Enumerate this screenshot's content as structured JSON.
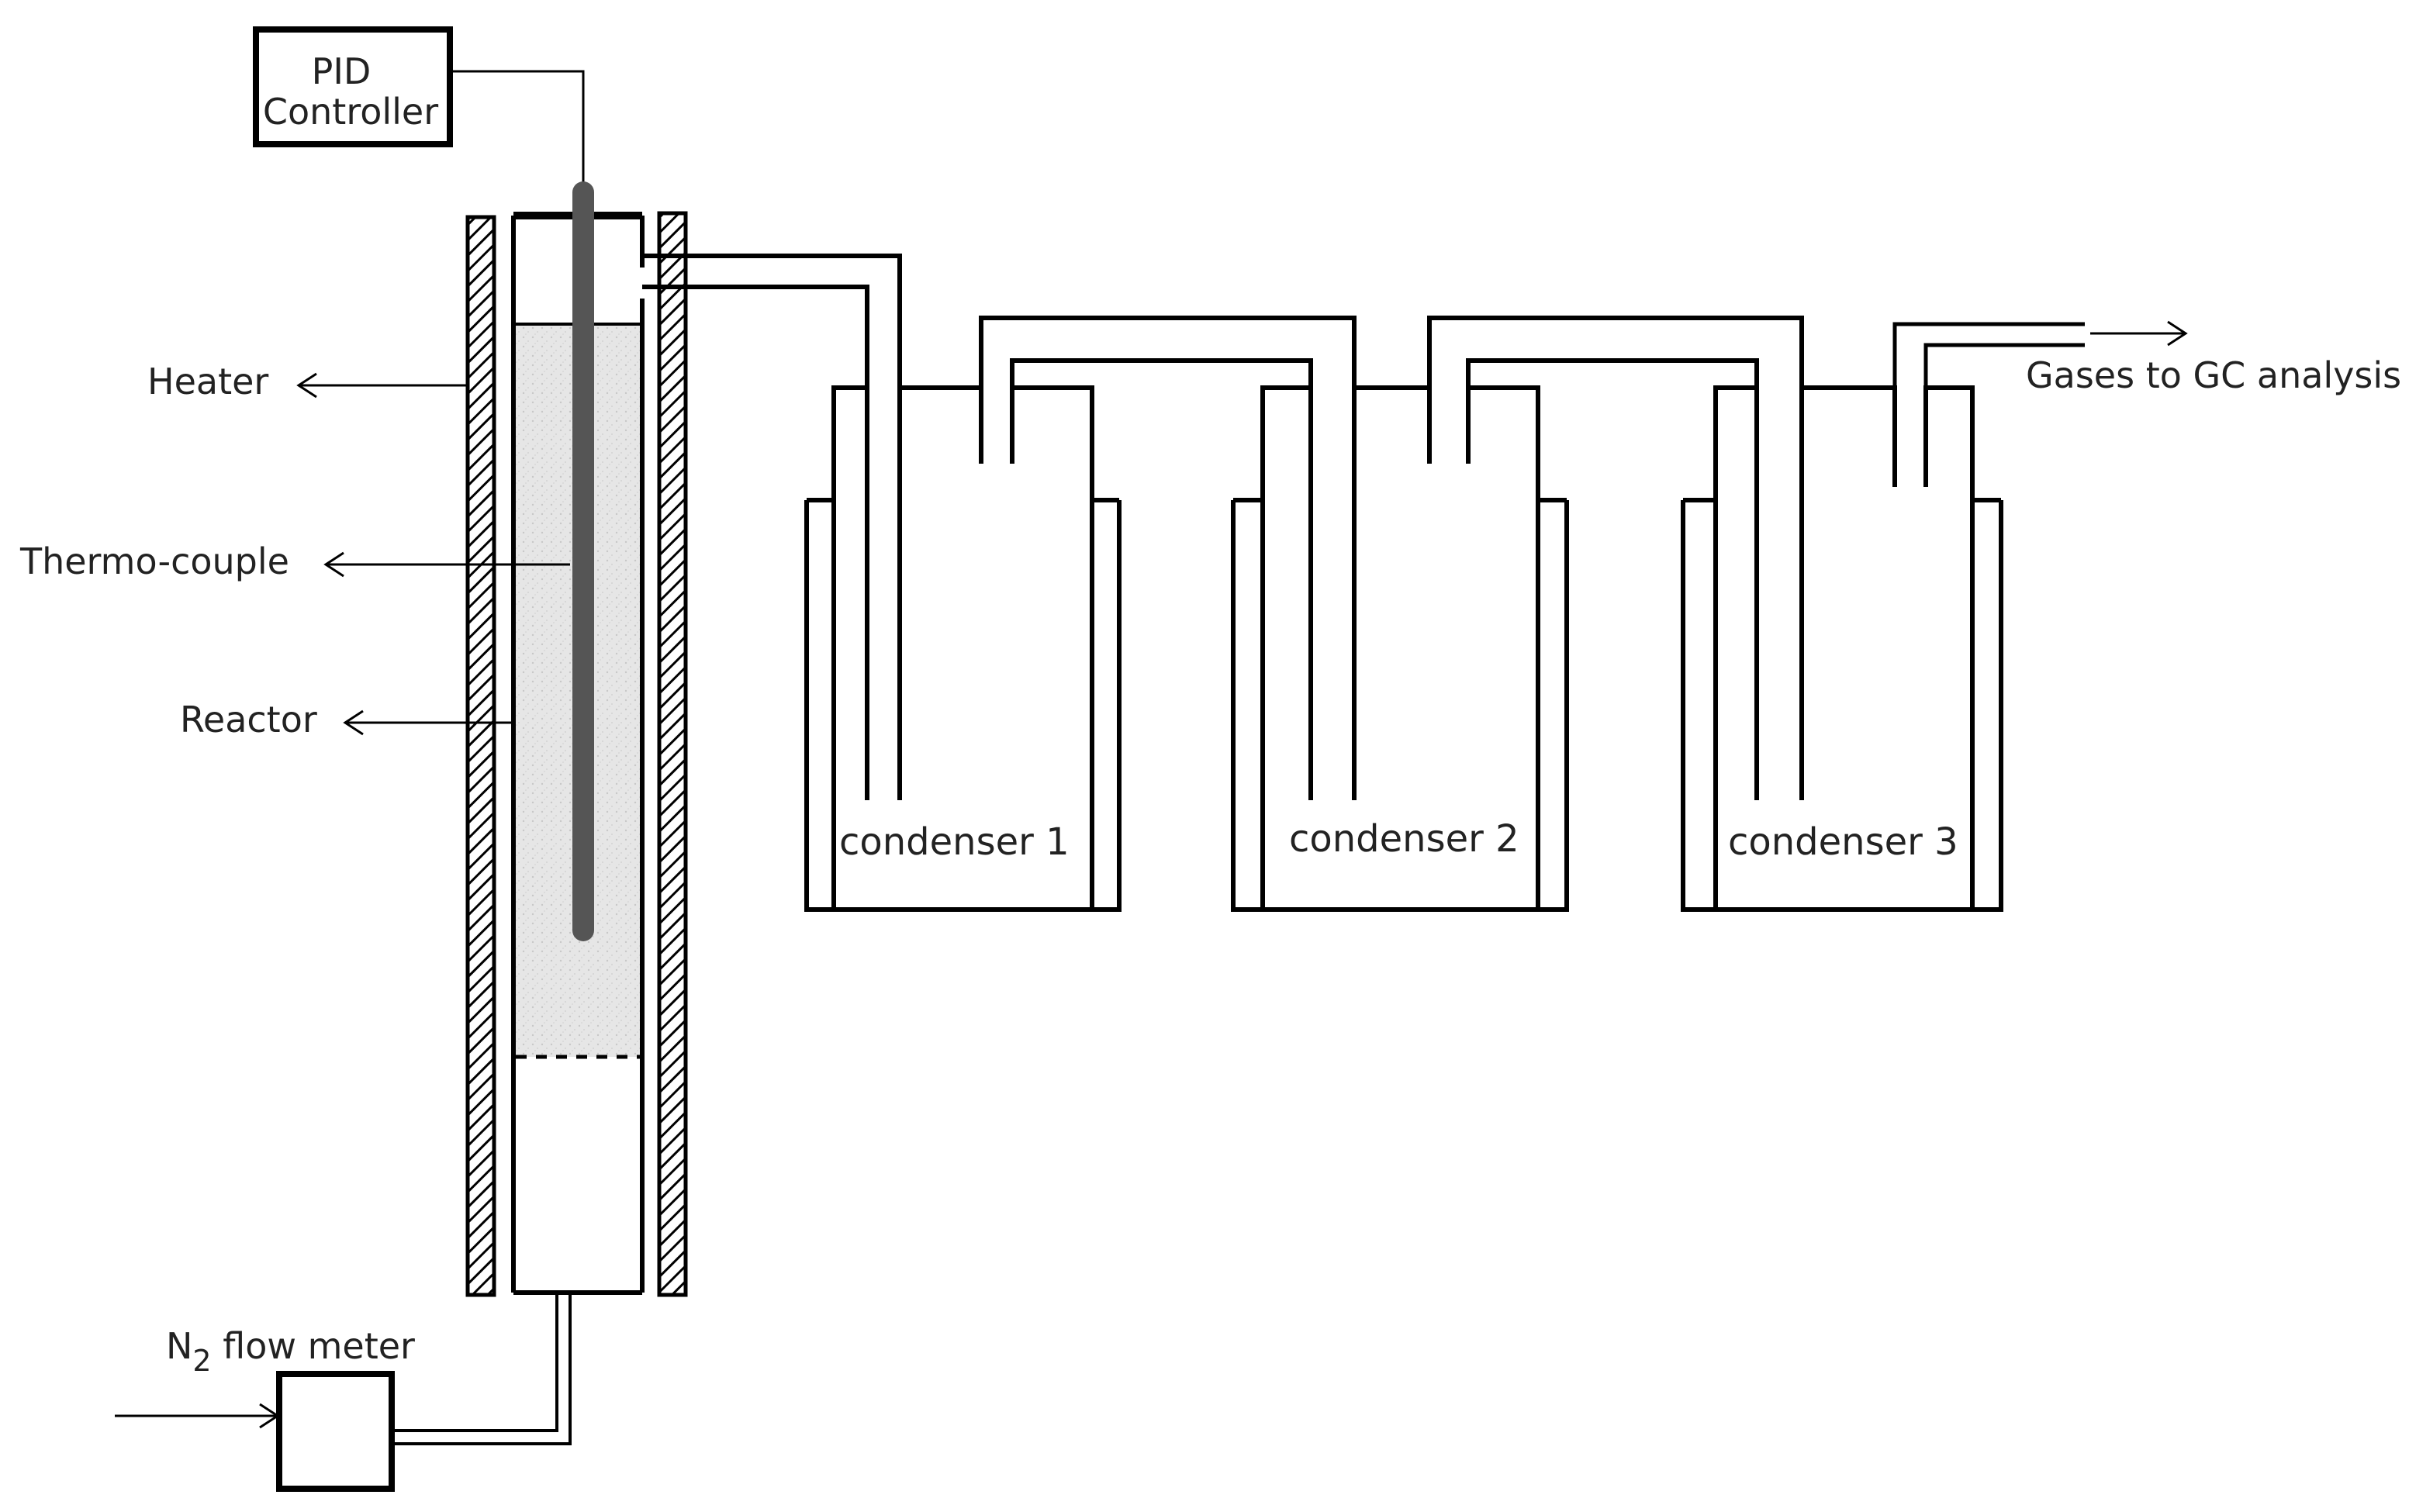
{
  "diagram": {
    "controller": {
      "line1": "PID",
      "line2": "Controller"
    },
    "labels": {
      "heater": "Heater",
      "thermocouple": "Thermo-couple",
      "reactor": "Reactor"
    },
    "flow_meter": {
      "prefix": "N",
      "subscript": "2",
      "suffix": " flow meter"
    },
    "outlet": "Gases to GC analysis",
    "condensers": [
      "condenser 1",
      "condenser 2",
      "condenser 3"
    ],
    "colors": {
      "line": "#000000",
      "thermocouple": "#555555",
      "bed": "#e6e6e6",
      "text": "#222222"
    }
  }
}
